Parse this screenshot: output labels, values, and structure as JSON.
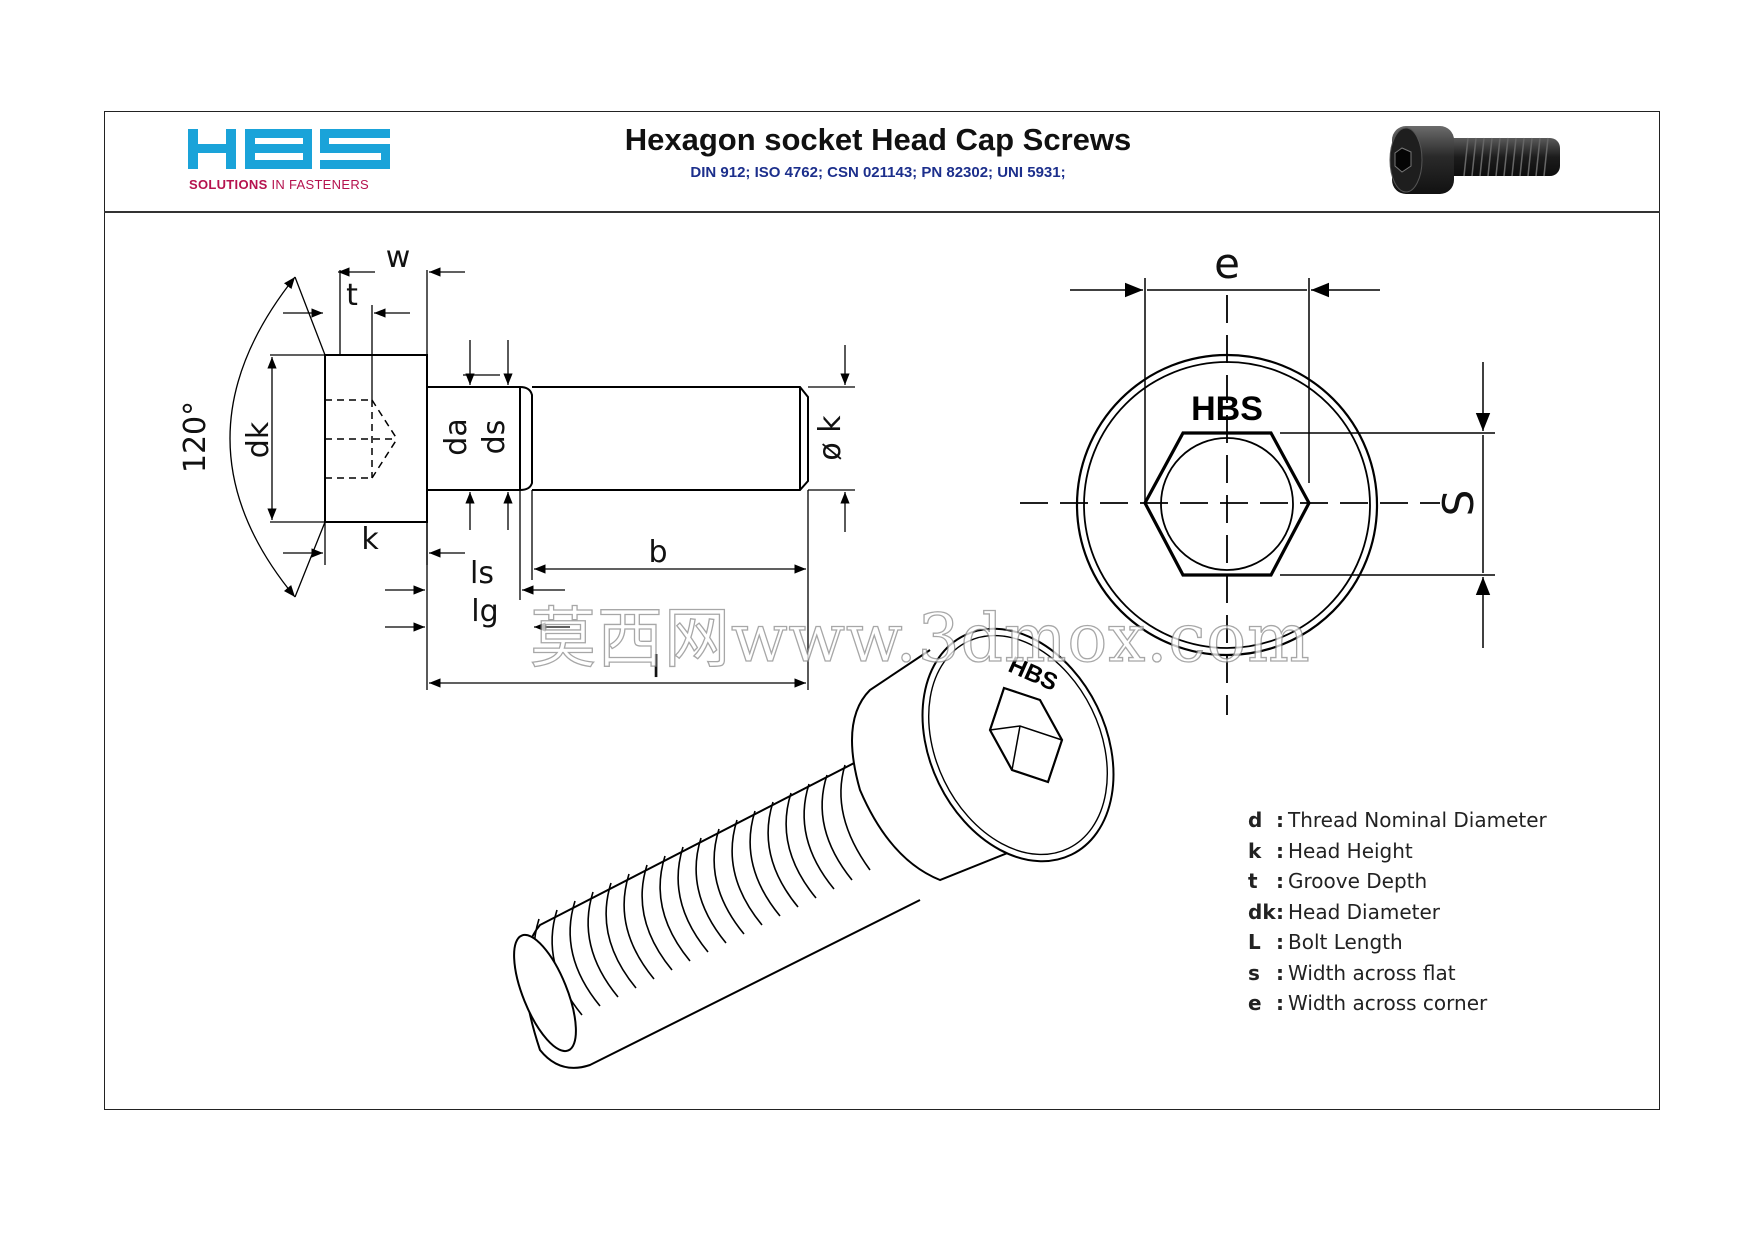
{
  "brand": {
    "logo_text": "HBS",
    "tagline_strong": "SOLUTIONS",
    "tagline_rest": "IN FASTENERS",
    "logo_color": "#1aa3d9",
    "tagline_color": "#b5124e"
  },
  "header": {
    "title": "Hexagon socket Head Cap Screws",
    "standards": "DIN 912; ISO 4762; CSN 021143; PN 82302; UNI 5931;",
    "standards_color": "#1c2f8c"
  },
  "side_view": {
    "labels": {
      "angle": "120°",
      "dk": "dk",
      "t": "t",
      "w": "w",
      "k": "k",
      "da": "da",
      "ds": "ds",
      "phi_k": "ø k",
      "b": "b",
      "ls": "ls",
      "lg": "lg",
      "l": "l"
    }
  },
  "top_view": {
    "head_marking": "HBS",
    "labels": {
      "e": "e",
      "s": "S"
    }
  },
  "iso_view": {
    "head_marking": "HBS"
  },
  "legend": {
    "items": [
      {
        "symbol": "d",
        "sep": ":",
        "description": "Thread Nominal Diameter"
      },
      {
        "symbol": "k",
        "sep": ":",
        "description": "Head Height"
      },
      {
        "symbol": "t",
        "sep": ":",
        "description": "Groove Depth"
      },
      {
        "symbol": "dk",
        "sep": ":",
        "description": "Head Diameter"
      },
      {
        "symbol": "L",
        "sep": ":",
        "description": "Bolt Length"
      },
      {
        "symbol": "s",
        "sep": ":",
        "description": "Width across flat"
      },
      {
        "symbol": "e",
        "sep": ":",
        "description": "Width across corner"
      }
    ]
  },
  "watermark": {
    "text": "莫西网www.3dmox.com"
  },
  "icons": [
    "hbs-logo-icon",
    "screw-photo-icon"
  ]
}
